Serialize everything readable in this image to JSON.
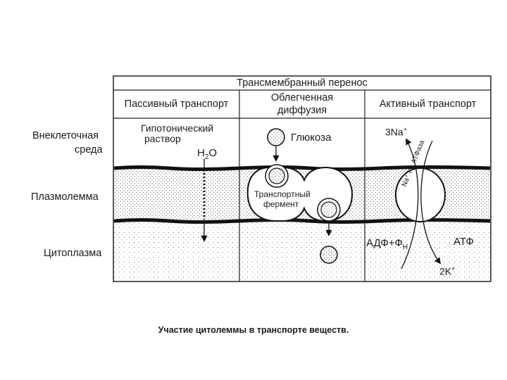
{
  "header": {
    "title": "Трансмембранный перенос",
    "col1": "Пассивный транспорт",
    "col2_line1": "Облегченная",
    "col2_line2": "диффузия",
    "col3": "Активный транспорт"
  },
  "rows": {
    "extracellular_line1": "Внеклеточная",
    "extracellular_line2": "среда",
    "membrane": "Плазмолемма",
    "cytoplasm": "Цитоплазма"
  },
  "passive": {
    "solution_line1": "Гипотонический",
    "solution_line2": "раствор",
    "water_h": "H",
    "water_sub": "2",
    "water_o": "O"
  },
  "facilitated": {
    "glucose": "Глюкоза",
    "enzyme_line1": "Транспортный",
    "enzyme_line2": "фермент"
  },
  "active": {
    "na_ions": "3Na",
    "na_sup": "+",
    "pump_label": "Na⁺ K⁺ АТФаза",
    "adp": "АДФ+Ф",
    "adp_sub": "Н",
    "atp": "АТФ",
    "k_ions": "2K",
    "k_sup": "+"
  },
  "caption": "Участие цитолеммы в транспорте веществ."
}
